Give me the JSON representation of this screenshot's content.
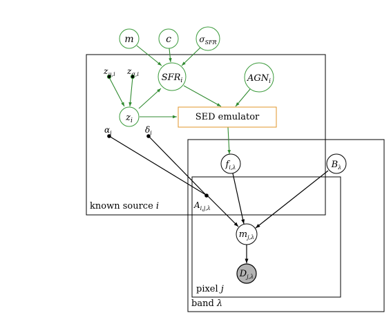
{
  "nodes": {
    "m": {
      "label": "m"
    },
    "c": {
      "label": "c"
    },
    "sigma_sfr": {
      "label": "σSFR",
      "main": "σ",
      "sub": "SFR"
    },
    "sfr_i": {
      "label": "SFRi",
      "main": "SFR",
      "sub": "i"
    },
    "agn_i": {
      "label": "AGNi",
      "main": "AGN",
      "sub": "i"
    },
    "z_mu_i": {
      "label": "zμ,i",
      "main": "z",
      "sub": "μ,i"
    },
    "z_sigma_i": {
      "label": "zσ,i",
      "main": "z",
      "sub": "σ,i"
    },
    "z_i": {
      "label": "zi",
      "main": "z",
      "sub": "i"
    },
    "sed_emulator": {
      "label": "SED emulator"
    },
    "alpha_i": {
      "label": "αi",
      "main": "α",
      "sub": "i"
    },
    "delta_i": {
      "label": "δi",
      "main": "δ",
      "sub": "i"
    },
    "f_ilambda": {
      "label": "fi,λ",
      "main": "f",
      "sub": "i,λ"
    },
    "b_lambda": {
      "label": "Bλ",
      "main": "B",
      "sub": "λ"
    },
    "a_ijlambda": {
      "label": "Ai,j,λ",
      "main": "A",
      "sub": "i,j,λ"
    },
    "m_jlambda": {
      "label": "mj,λ",
      "main": "m",
      "sub": "j,λ"
    },
    "d_jlambda": {
      "label": "Dj,λ",
      "main": "D",
      "sub": "j,λ"
    }
  },
  "plates": {
    "known_source": {
      "text": "known source ",
      "index": "i"
    },
    "pixel": {
      "text": "pixel ",
      "index": "j"
    },
    "band": {
      "text": "band ",
      "index": "λ"
    }
  },
  "colors": {
    "hyper_edge": "#2f8a2f",
    "hyper_node": "#3a9a3a",
    "emulator_border": "#e0962a",
    "observed_fill": "#b3b3b3",
    "data_edge": "#000000"
  }
}
